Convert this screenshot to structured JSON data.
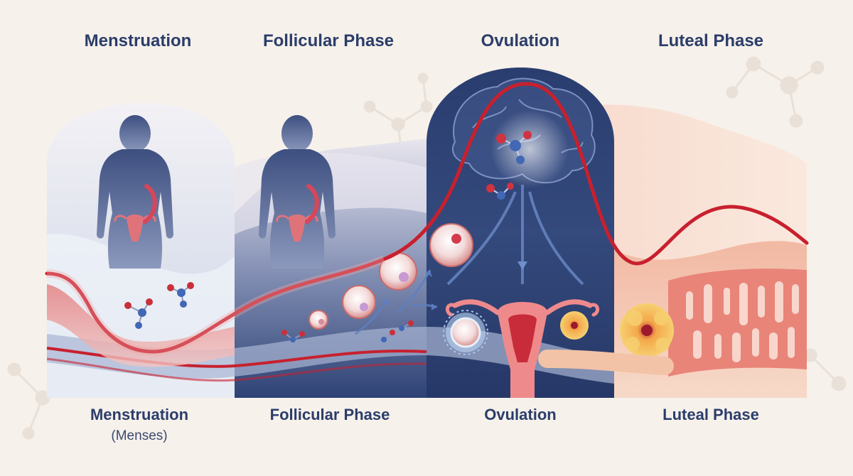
{
  "diagram": {
    "phases_top": [
      {
        "label": "Menstruation"
      },
      {
        "label": "Follicular Phase"
      },
      {
        "label": "Ovulation"
      },
      {
        "label": "Luteal Phase"
      }
    ],
    "phases_bottom": [
      {
        "label": "Menstruation",
        "sublabel": "(Menses)"
      },
      {
        "label": "Follicular Phase"
      },
      {
        "label": "Ovulation"
      },
      {
        "label": "Luteal Phase"
      }
    ],
    "colors": {
      "background": "#f6f1ea",
      "navy": "#2b3d6b",
      "hormone_line": "#c8202e",
      "luteal_tint": "#f3c7b5"
    },
    "icons": [
      "female-silhouette-icon",
      "uterus-icon",
      "molecule-icon",
      "follicle-icon",
      "egg-icon",
      "brain-icon",
      "corpus-luteum-icon",
      "endometrium-icon"
    ]
  }
}
